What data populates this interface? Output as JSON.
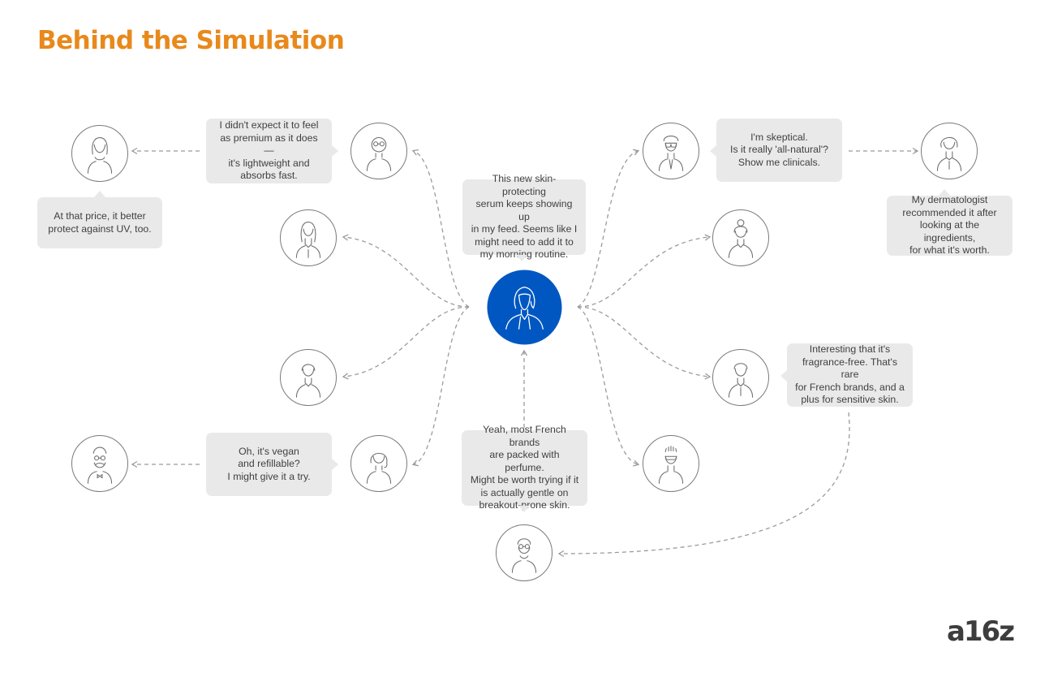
{
  "title": "Behind the Simulation",
  "logo": "a16z",
  "colors": {
    "title": "#e8891c",
    "center": "#0057c2",
    "bubble": "#e9e9e9",
    "line": "#9b9b9b",
    "text": "#3f3f3f",
    "logo": "#3d3d3d"
  },
  "bubbles": {
    "center": "This new skin-protecting\nserum keeps showing up\nin my feed. Seems like I\nmight need to add it to\nmy morning routine.",
    "premium": "I didn't expect it to feel\nas premium as it does —\nit's lightweight and\nabsorbs fast.",
    "uv": "At that price, it better\nprotect against UV, too.",
    "vegan": "Oh, it's vegan\nand refillable?\nI might give it a try.",
    "french": "Yeah, most French brands\nare packed with perfume.\nMight be worth trying if it\nis actually gentle on\nbreakout-prone skin.",
    "skeptical": "I'm skeptical.\nIs it really 'all-natural'?\nShow me clinicals.",
    "dermatologist": "My dermatologist\nrecommended it after\nlooking at the ingredients,\nfor what it's worth.",
    "fragrance": "Interesting that it's\nfragrance-free. That's rare\nfor French brands, and a\nplus for sensitive skin."
  },
  "icons": {
    "center": "woman-avatar-icon",
    "person": "person-avatar-icon"
  }
}
